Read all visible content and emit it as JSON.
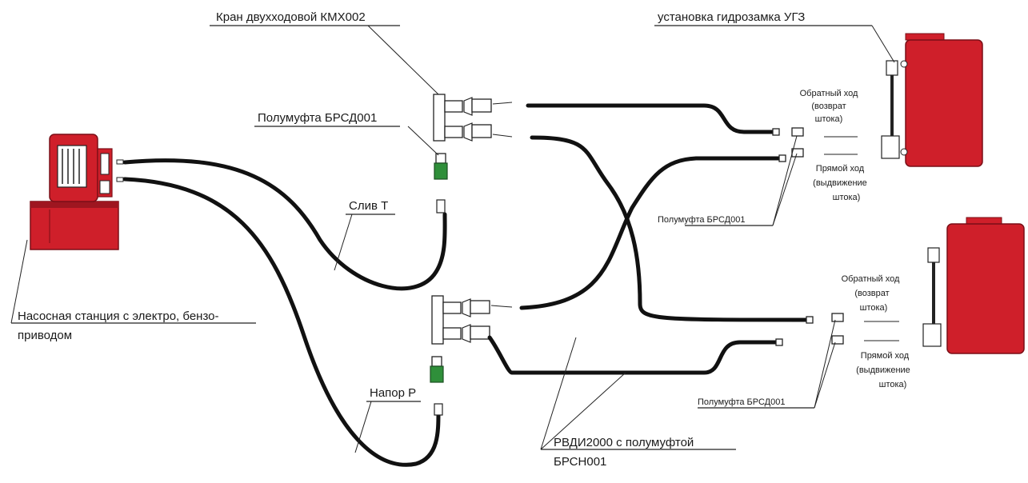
{
  "labels": {
    "valve": "Кран двухходовой КМХ002",
    "hydrolock": "установка гидрозамка УГЗ",
    "coupling_left": "Полумуфта БРСД001",
    "drain": "Слив Т",
    "pressure": "Напор Р",
    "pump_line1": "Насосная станция с электро, бензо-",
    "pump_line2": "приводом",
    "hose_line1": "РВДИ2000 с полумуфтой",
    "hose_line2": "БРСН001",
    "coupling_top_right": "Полумуфта БРСД001",
    "coupling_bottom_right": "Полумуфта БРСД001"
  },
  "cylinder_top": {
    "return_line1": "Обратный ход",
    "return_line2": "(возврат",
    "return_line3": "штока)",
    "forward_line1": "Прямой ход",
    "forward_line2": "(выдвижение",
    "forward_line3": "штока)"
  },
  "cylinder_bottom": {
    "return_line1": "Обратный ход",
    "return_line2": "(возврат",
    "return_line3": "штока)",
    "forward_line1": "Прямой ход",
    "forward_line2": "(выдвижение",
    "forward_line3": "штока)"
  },
  "colors": {
    "equipment_red": "#cf1f2a",
    "equipment_dark_red": "#9e1620",
    "hose": "#111111",
    "coupling_green": "#2f8f3a"
  }
}
